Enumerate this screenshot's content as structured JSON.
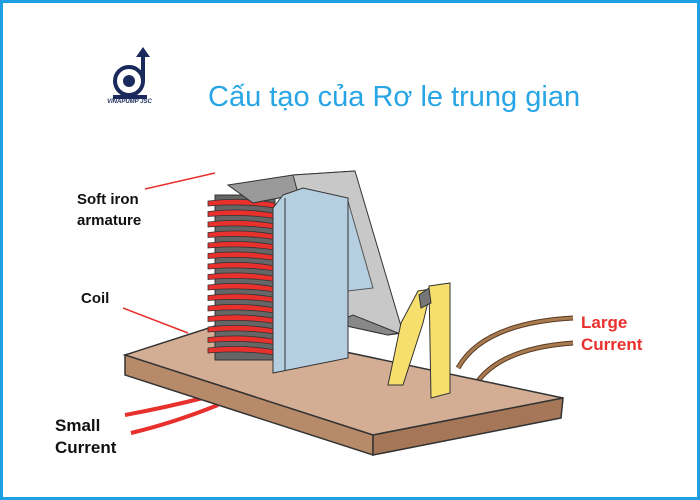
{
  "title": "Cấu tạo của Rơ le trung gian",
  "logo": {
    "text": "VINAPUMP JSC"
  },
  "labels": {
    "armature": [
      "Soft iron",
      "armature"
    ],
    "coil": "Coil",
    "small_current": [
      "Small",
      "Current"
    ],
    "large_current": [
      "Large",
      "Current"
    ]
  },
  "colors": {
    "border": "#1e9fe3",
    "title": "#27a5e4",
    "coil": "#e8302c",
    "large_current": "#e8302c",
    "base": "#d4ae94",
    "contacts": "#f7df6e",
    "core": "#b5cfe0",
    "armature": "#c8c8c8"
  }
}
